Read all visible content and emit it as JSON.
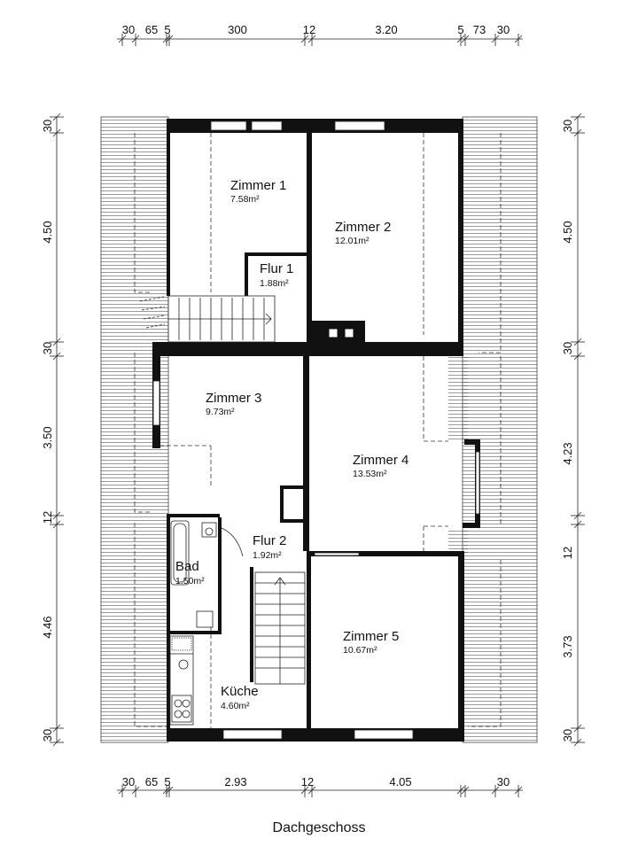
{
  "floor_title": "Dachgeschoss",
  "top_dimensions": [
    "30",
    "65",
    "5",
    "300",
    "12",
    "3.20",
    "5",
    "73",
    "30"
  ],
  "bottom_dimensions": [
    "30",
    "65",
    "5",
    "2.93",
    "12",
    "4.05",
    "30"
  ],
  "left_dimensions": [
    "30",
    "4.50",
    "30",
    "3.50",
    "12",
    "4.46",
    "30"
  ],
  "right_dimensions": [
    "30",
    "4.50",
    "30",
    "4.23",
    "12",
    "3.73",
    "30"
  ],
  "rooms": {
    "zimmer1": {
      "name": "Zimmer 1",
      "area": "7.58m²"
    },
    "zimmer2": {
      "name": "Zimmer 2",
      "area": "12.01m²"
    },
    "flur1": {
      "name": "Flur 1",
      "area": "1.88m²"
    },
    "zimmer3": {
      "name": "Zimmer 3",
      "area": "9.73m²"
    },
    "zimmer4": {
      "name": "Zimmer 4",
      "area": "13.53m²"
    },
    "flur2": {
      "name": "Flur 2",
      "area": "1.92m²"
    },
    "bad": {
      "name": "Bad",
      "area": "1.50m²"
    },
    "zimmer5": {
      "name": "Zimmer 5",
      "area": "10.67m²"
    },
    "kueche": {
      "name": "Küche",
      "area": "4.60m²"
    }
  }
}
